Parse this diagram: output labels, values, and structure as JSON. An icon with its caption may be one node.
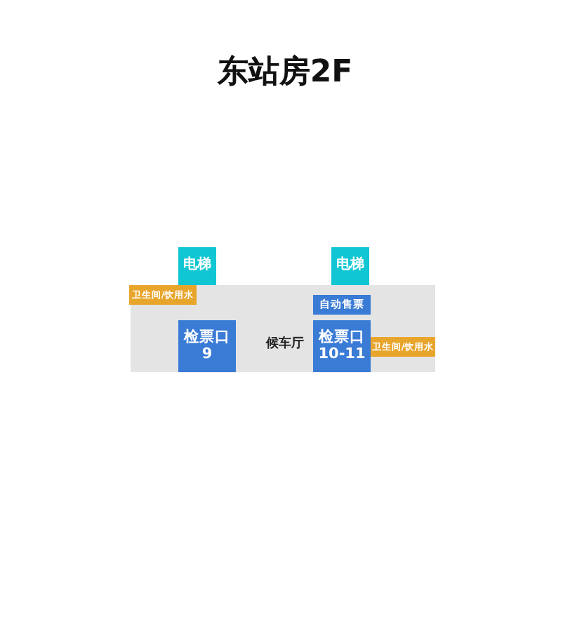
{
  "diagram": {
    "title": "东站房2F",
    "nodes": [
      {
        "text": [
          "候车厅"
        ]
      },
      {
        "text": [
          "电梯"
        ]
      },
      {
        "text": [
          "电梯"
        ]
      },
      {
        "text": [
          "卫生间/饮用水"
        ],
        "in": 0
      },
      {
        "text": [
          "自动售票"
        ],
        "in": 0
      },
      {
        "text": [
          "检票口 9"
        ],
        "in": 0
      },
      {
        "text": [
          "检票口 10-11"
        ],
        "in": 0
      },
      {
        "text": [
          "卫生间/饮用水"
        ],
        "in": 0
      }
    ]
  }
}
